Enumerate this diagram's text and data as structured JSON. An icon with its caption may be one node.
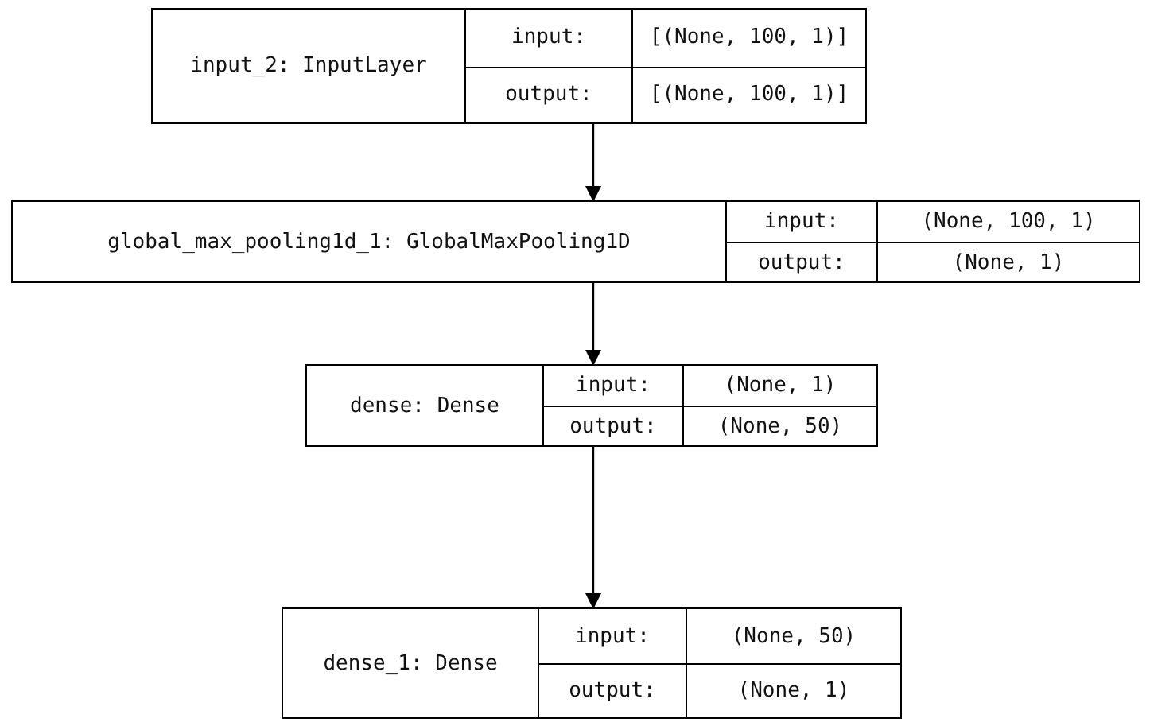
{
  "diagram": {
    "nodes": [
      {
        "text": [
          "input_2: InputLayer",
          "input:",
          "[(None, 100, 1)]",
          "output:",
          "[(None, 100, 1)]"
        ]
      },
      {
        "text": [
          "global_max_pooling1d_1: GlobalMaxPooling1D",
          "input:",
          "(None, 100, 1)",
          "output:",
          "(None, 1)"
        ]
      },
      {
        "text": [
          "dense: Dense",
          "input:",
          "(None, 1)",
          "output:",
          "(None, 50)"
        ]
      },
      {
        "text": [
          "dense_1: Dense",
          "input:",
          "(None, 50)",
          "output:",
          "(None, 1)"
        ]
      }
    ],
    "edges": [
      {
        "from": 0,
        "to": 1,
        "arrow": "to"
      },
      {
        "from": 1,
        "to": 2,
        "arrow": "to"
      },
      {
        "from": 2,
        "to": 3,
        "arrow": "to"
      }
    ]
  }
}
